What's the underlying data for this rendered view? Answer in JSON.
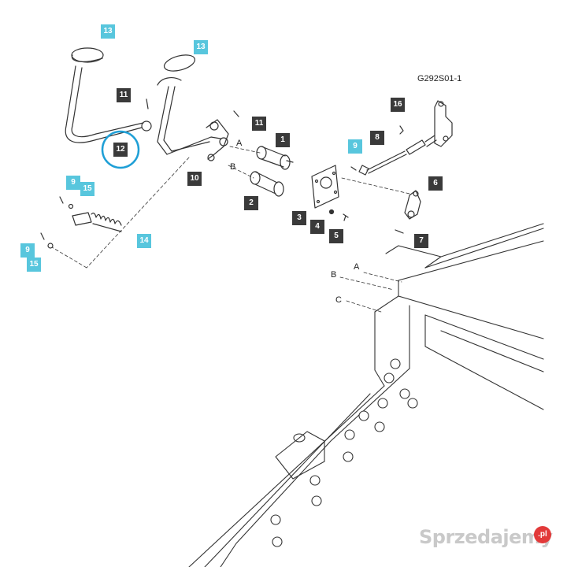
{
  "diagram_code": "G292S01-1",
  "callouts": [
    {
      "label": "13",
      "style": "cyan"
    },
    {
      "label": "13",
      "style": "cyan"
    },
    {
      "label": "11",
      "style": "dark"
    },
    {
      "label": "12",
      "style": "dark"
    },
    {
      "label": "11",
      "style": "dark"
    },
    {
      "label": "1",
      "style": "dark"
    },
    {
      "label": "10",
      "style": "dark"
    },
    {
      "label": "2",
      "style": "dark"
    },
    {
      "label": "9",
      "style": "cyan"
    },
    {
      "label": "15",
      "style": "cyan"
    },
    {
      "label": "14",
      "style": "cyan"
    },
    {
      "label": "9",
      "style": "cyan"
    },
    {
      "label": "15",
      "style": "cyan"
    },
    {
      "label": "3",
      "style": "dark"
    },
    {
      "label": "4",
      "style": "dark"
    },
    {
      "label": "5",
      "style": "dark"
    },
    {
      "label": "9",
      "style": "cyan"
    },
    {
      "label": "8",
      "style": "dark"
    },
    {
      "label": "16",
      "style": "dark"
    },
    {
      "label": "6",
      "style": "dark"
    },
    {
      "label": "7",
      "style": "dark"
    }
  ],
  "ref_letters": [
    "A",
    "B",
    "A",
    "B",
    "C"
  ],
  "watermark": "Sprzedajemy",
  "watermark_badge": ".pl",
  "colors": {
    "cyan": "#58c6dd",
    "dark": "#3a3a3a",
    "highlight_ring": "#1e9fd6",
    "line": "#333333"
  }
}
